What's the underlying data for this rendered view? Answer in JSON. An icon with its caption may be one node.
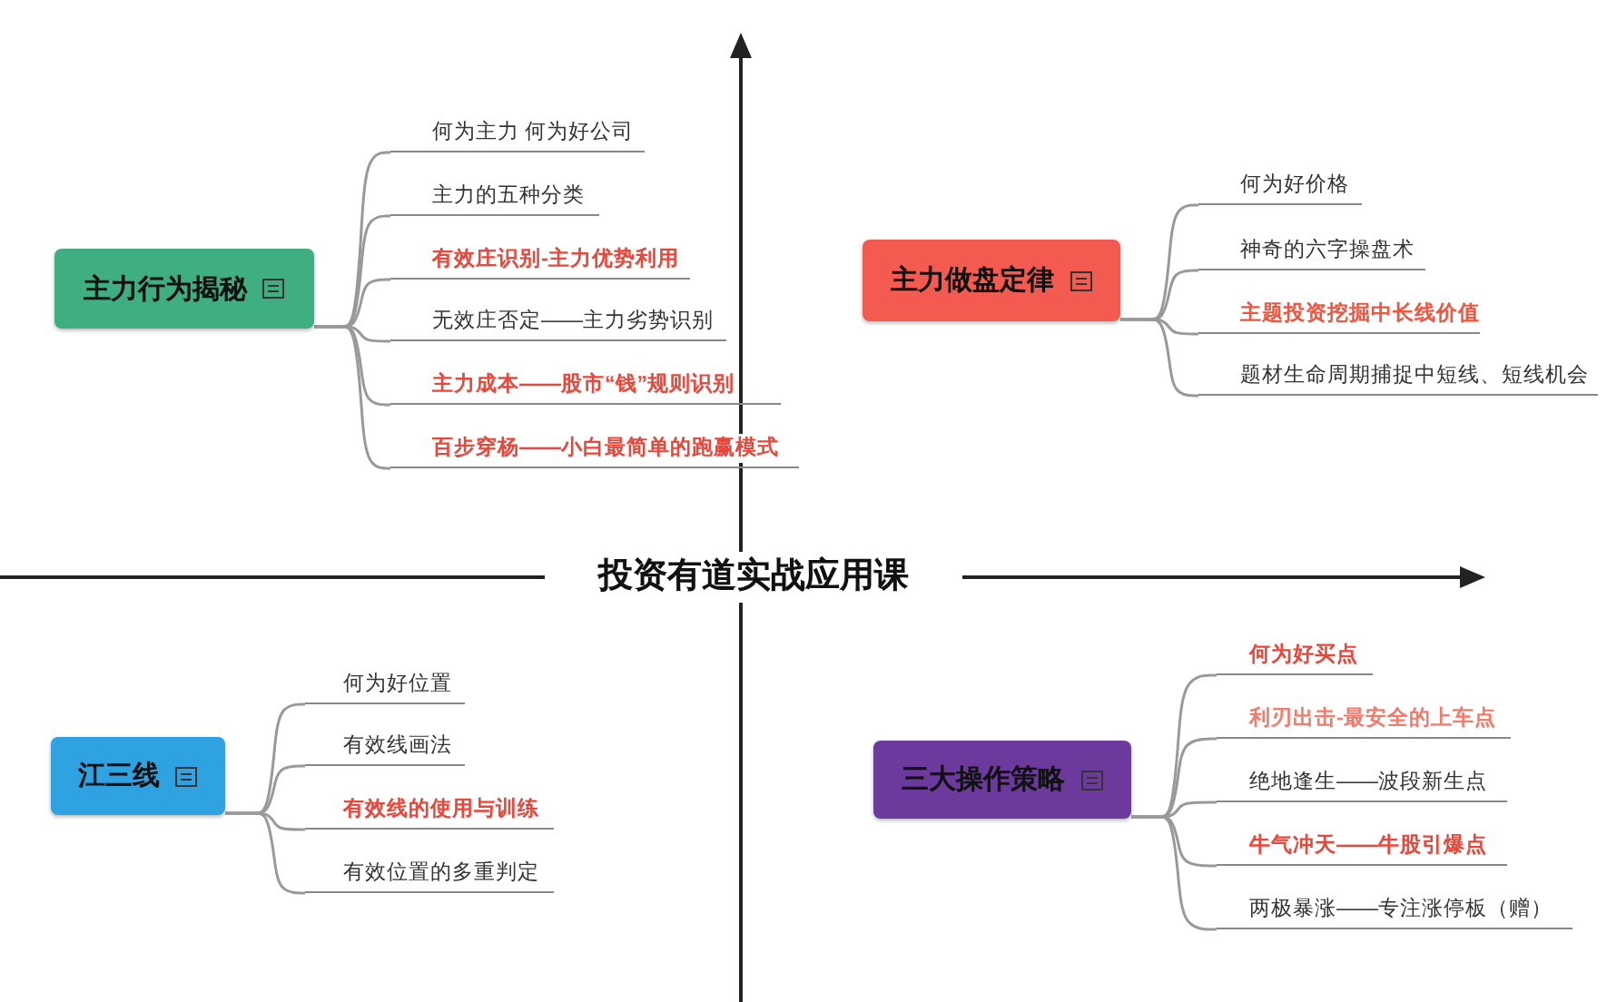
{
  "diagram": {
    "title": "投资有道实战应用课",
    "nodes": [
      {
        "text": [
          "主力行为揭秘"
        ]
      },
      {
        "text": [
          "何为主力 何为好公司"
        ]
      },
      {
        "text": [
          "主力的五种分类"
        ]
      },
      {
        "text": [
          "有效庄识别-主力优势利用"
        ]
      },
      {
        "text": [
          "无效庄否定——主力劣势识别"
        ]
      },
      {
        "text": [
          "主力成本——股市“钱”规则识别"
        ]
      },
      {
        "text": [
          "百步穿杨——小白最简单的跑赢模式"
        ]
      },
      {
        "text": [
          "主力做盘定律"
        ]
      },
      {
        "text": [
          "何为好价格"
        ]
      },
      {
        "text": [
          "神奇的六字操盘术"
        ]
      },
      {
        "text": [
          "主题投资挖掘中长线价值"
        ]
      },
      {
        "text": [
          "题材生命周期捕捉中短线、短线机会"
        ]
      },
      {
        "text": [
          "江三线"
        ]
      },
      {
        "text": [
          "何为好位置"
        ]
      },
      {
        "text": [
          "有效线画法"
        ]
      },
      {
        "text": [
          "有效线的使用与训练"
        ]
      },
      {
        "text": [
          "有效位置的多重判定"
        ]
      },
      {
        "text": [
          "三大操作策略"
        ]
      },
      {
        "text": [
          "何为好买点"
        ]
      },
      {
        "text": [
          "利刃出击-最安全的上车点"
        ]
      },
      {
        "text": [
          "绝地逢生——波段新生点"
        ]
      },
      {
        "text": [
          "牛气冲天——牛股引爆点"
        ]
      },
      {
        "text": [
          "两极暴涨——专注涨停板（赠）"
        ]
      }
    ],
    "edges": [
      {
        "from": 0,
        "to": 1,
        "arrow": "none"
      },
      {
        "from": 0,
        "to": 2,
        "arrow": "none"
      },
      {
        "from": 0,
        "to": 3,
        "arrow": "none"
      },
      {
        "from": 0,
        "to": 4,
        "arrow": "none"
      },
      {
        "from": 0,
        "to": 5,
        "arrow": "none"
      },
      {
        "from": 0,
        "to": 6,
        "arrow": "none"
      },
      {
        "from": 7,
        "to": 8,
        "arrow": "none"
      },
      {
        "from": 7,
        "to": 9,
        "arrow": "none"
      },
      {
        "from": 7,
        "to": 10,
        "arrow": "none"
      },
      {
        "from": 7,
        "to": 11,
        "arrow": "none"
      },
      {
        "from": 12,
        "to": 13,
        "arrow": "none"
      },
      {
        "from": 12,
        "to": 14,
        "arrow": "none"
      },
      {
        "from": 12,
        "to": 15,
        "arrow": "none"
      },
      {
        "from": 12,
        "to": 16,
        "arrow": "none"
      },
      {
        "from": 17,
        "to": 18,
        "arrow": "none"
      },
      {
        "from": 17,
        "to": 19,
        "arrow": "none"
      },
      {
        "from": 17,
        "to": 20,
        "arrow": "none"
      },
      {
        "from": 17,
        "to": 21,
        "arrow": "none"
      },
      {
        "from": 17,
        "to": 22,
        "arrow": "none"
      }
    ]
  }
}
